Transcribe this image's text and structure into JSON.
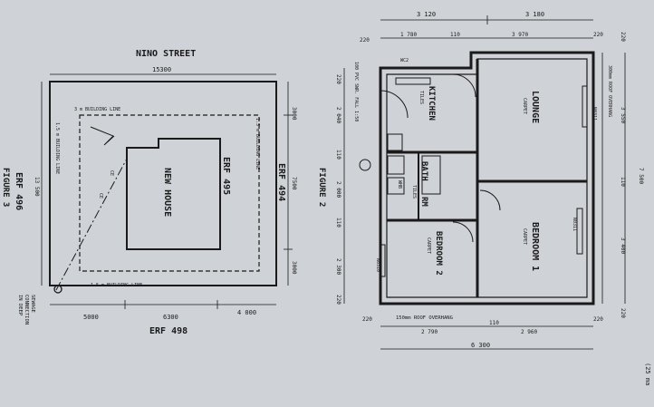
{
  "site_plan": {
    "street": "NINO STREET",
    "width_total": "15300",
    "erf_bottom": "ERF 498",
    "erf_left": "ERF 496",
    "erf_right": "ERF 494",
    "erf_main": "ERF 495",
    "house": "NEW HOUSE",
    "building_line_3": "3 m BUILDING LINE",
    "building_line_15a": "1.5 m BUILDING LINE",
    "building_line_15b": "1.5 m BUILDING LINE",
    "building_line_15c": "1.5 m BUILDING LINE",
    "depth_total": "13 500",
    "right_top": "3000",
    "right_mid": "7500",
    "right_bottom": "3000",
    "bottom_a": "5000",
    "bottom_b": "6300",
    "bottom_c": "4 000",
    "sewage": [
      "SEWAGE",
      "CONNECTION",
      "IN DEEP"
    ],
    "figure": "FIGURE 3",
    "ce1": "CE",
    "ce2": "CE"
  },
  "floor_plan": {
    "figure": "FIGURE 2",
    "rooms": {
      "kitchen": "KITCHEN",
      "kitchen_sub": "TILES",
      "lounge": "LOUNGE",
      "lounge_sub": "CARPET",
      "bath": "BATH",
      "bath_sub": "TILES",
      "bathroom_rm": "RM",
      "bedroom1": "BEDROOM 1",
      "bedroom1_sub": "CARPET",
      "bedroom2": "BEDROOM 2",
      "bedroom2_sub": "CARPET",
      "wc": "WC2",
      "whb": "WHB"
    },
    "top_dims": [
      "3 120",
      "3 180"
    ],
    "top_dims2": [
      "220",
      "1 780",
      "110",
      "3 970",
      "220"
    ],
    "left_dims": [
      "220",
      "2 040",
      "110",
      "2 000",
      "110",
      "2 300",
      "220"
    ],
    "right_dims": [
      "220",
      "3 550",
      "7 500",
      "110",
      "3 400",
      "220"
    ],
    "bottom_dims": [
      "220",
      "2 790",
      "110",
      "2 960",
      "220"
    ],
    "bottom_total": "6 300",
    "overhang_bottom": "150mm ROOF OVERHANG",
    "overhang_right": "300mm ROOF OVERHANG",
    "pipe": "100 PVC SWR. FALL 1:50",
    "windows": [
      "N0311",
      "N0311",
      "N0310"
    ]
  },
  "margin_text": "(25 ma"
}
